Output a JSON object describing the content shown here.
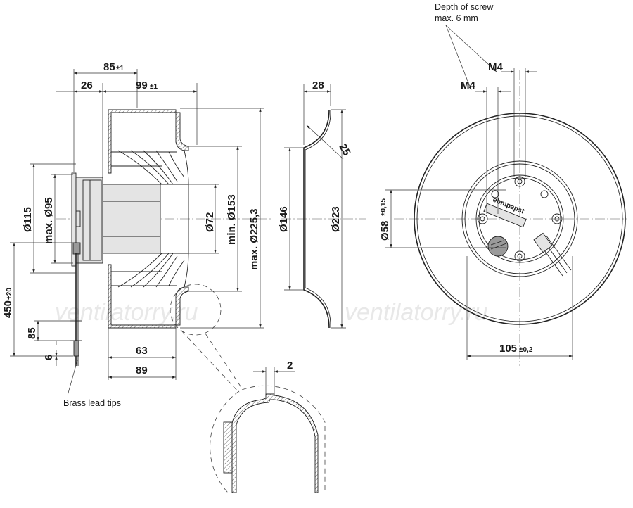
{
  "side_view": {
    "dims": {
      "overall_depth": "85",
      "overall_depth_tol": "±1",
      "flange_offset": "26",
      "impeller_depth": "99",
      "impeller_depth_tol": "±1",
      "motor_dia": "Ø115",
      "motor_max_dia": "max. Ø95",
      "hub_dia": "Ø72",
      "inlet_min_dia": "min. Ø153",
      "impeller_max_dia": "max. Ø225,3",
      "lead_length": "450",
      "lead_length_tol": "+20",
      "strip_length": "85",
      "tip_length": "6",
      "blade_depth": "63",
      "impeller_height": "89"
    },
    "brass_note": "Brass lead tips"
  },
  "inlet_ring": {
    "dims": {
      "ring_depth": "28",
      "radius": "25",
      "inner_dia": "Ø146",
      "outer_dia": "Ø223"
    }
  },
  "front_view": {
    "screw_note_line1": "Depth of screw",
    "screw_note_line2": "max. 6 mm",
    "thread_a": "M4",
    "thread_b": "M4",
    "centering_dia": "Ø58",
    "centering_tol": "±0,15",
    "bolt_spacing": "105",
    "bolt_spacing_tol": "±0,2",
    "label_plate": "ebmpapst"
  },
  "detail": {
    "wall_thickness": "2"
  },
  "watermark": {
    "left": "ventilatorry.ru",
    "right": "ventilatorry.ru"
  }
}
